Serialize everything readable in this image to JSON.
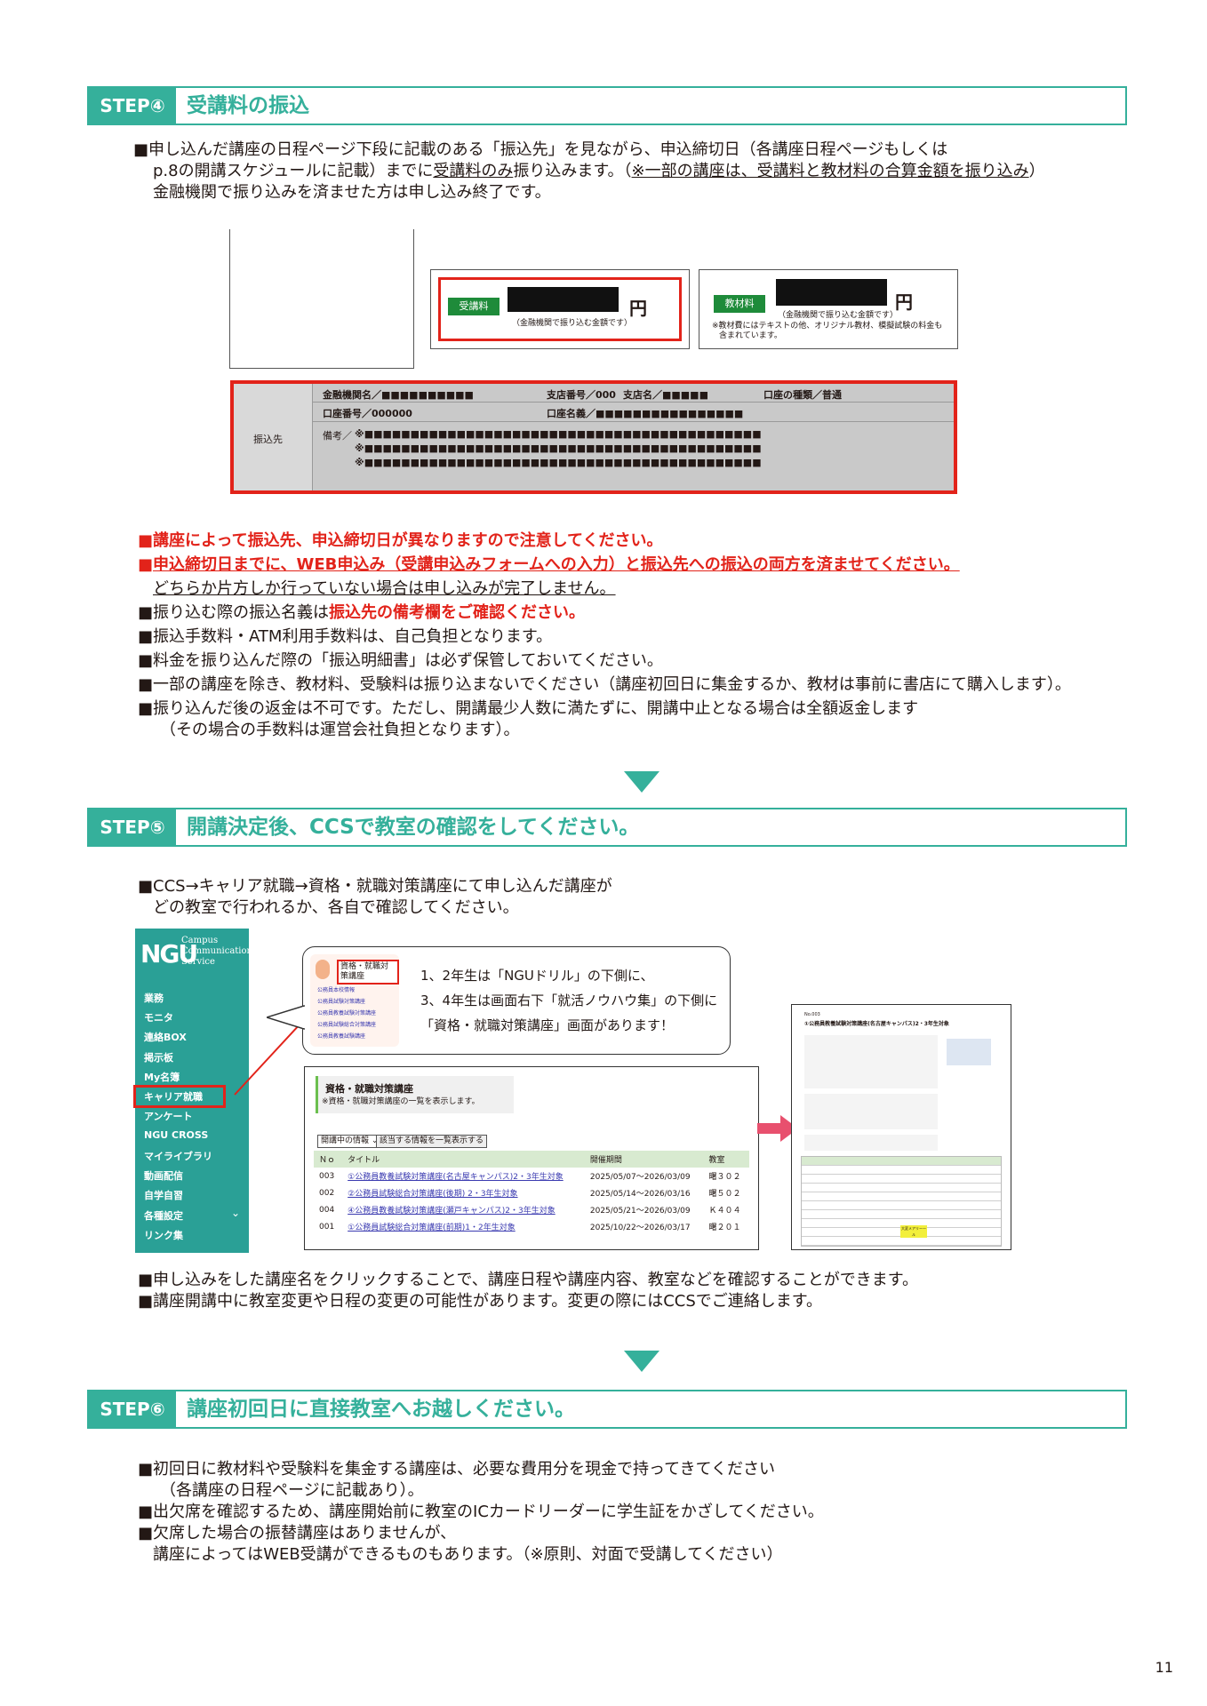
{
  "step4": {
    "badge": "STEP④",
    "title": "受講料の振込",
    "intro": [
      "■申し込んだ講座の日程ページ下段に記載のある「振込先」を見ながら、申込締切日（各講座日程ページもしくは",
      "p.8の開講スケジュールに記載）までに",
      "受講料のみ",
      "振り込みます。（",
      "※一部の講座は、受講料と教材料の合算金額を振り込み",
      "）",
      "金融機関で振り込みを済ませた方は申し込み終了です。"
    ],
    "fee_box": {
      "label": "受講料",
      "yen": "円",
      "note": "（金融機関で振り込む金額です）"
    },
    "material_box": {
      "label": "教材料",
      "yen": "円",
      "note": "（金融機関で振り込む金額です）",
      "note2": "※教材費にはテキストの他、オリジナル教材、模擬試験の料金も",
      "note3": "含まれています。"
    },
    "transfer": {
      "label": "振込先",
      "bank": "金融機関名／■■■■■■■■■■",
      "branch_no": "支店番号／000",
      "branch_name": "支店名／■■■■■",
      "acct_type": "口座の種類／普通",
      "acct_no": "口座番号／000000",
      "acct_name": "口座名義／■■■■■■■■■■■■■■■■",
      "remarks_label": "備考／",
      "remarks": [
        "※■■■■■■■■■■■■■■■■■■■■■■■■■■■■■■■■■■■■■■■■■■■",
        "※■■■■■■■■■■■■■■■■■■■■■■■■■■■■■■■■■■■■■■■■■■■",
        "※■■■■■■■■■■■■■■■■■■■■■■■■■■■■■■■■■■■■■■■■■■■"
      ]
    },
    "notes": {
      "n1": "■講座によって振込先、申込締切日が異なりますので注意してください。",
      "n2a": "■",
      "n2b": "申込締切日までに、WEB申込み（受講申込みフォームへの入力）と振込先への振込の両方を済ませてください。",
      "n2c": "どちらか片方しか行っていない場合は申し込みが完了しません。",
      "n3a": "■振り込む際の振込名義は",
      "n3b": "振込先の備考欄をご確認ください。",
      "n4": "■振込手数料・ATM利用手数料は、自己負担となります。",
      "n5": "■料金を振り込んだ際の「振込明細書」は必ず保管しておいてください。",
      "n6": "■一部の講座を除き、教材料、受験料は振り込まないでください（講座初回日に集金するか、教材は事前に書店にて購入します）。",
      "n7": "■振り込んだ後の返金は不可です。ただし、開講最少人数に満たずに、開講中止となる場合は全額返金します",
      "n8": "（その場合の手数料は運営会社負担となります）。"
    }
  },
  "step5": {
    "badge": "STEP⑤",
    "title": "開講決定後、CCSで教室の確認をしてください。",
    "intro1": "■CCS→キャリア就職→資格・就職対策講座にて申し込んだ講座が",
    "intro2": "どの教室で行われるか、各自で確認してください。",
    "sidebar": {
      "logo": "NGU",
      "logo_sub": [
        "Campus",
        "Communication",
        "Service"
      ],
      "items": [
        "業務",
        "モニタ",
        "連絡BOX",
        "掲示板",
        "My名簿",
        "キャリア就職",
        "アンケート",
        "NGU CROSS",
        "マイライブラリ",
        "動画配信",
        "自学自習",
        "各種設定",
        "リンク集"
      ],
      "chevron": "⌄"
    },
    "callout": {
      "tab": "資格・就職対策講座",
      "links": [
        "公務員本校情報",
        "公務員試験対策講座",
        "公務員教養試験対策講座",
        "公務員試験総合対策講座",
        "公務員教養試験講座"
      ],
      "line1": "1、2年生は「NGUドリル」の下側に、",
      "line2": "3、4年生は画面右下「就活ノウハウ集」の下側に",
      "line3": "「資格・就職対策講座」画面があります！"
    },
    "list_shot": {
      "title": "資格・就職対策講座",
      "subtitle": "※資格・就職対策講座の一覧を表示します。",
      "select": "開講中の情報 ⌄",
      "button": "該当する情報を一覧表示する",
      "headers": [
        "Ｎｏ",
        "タイトル",
        "開催期間",
        "教室"
      ],
      "rows": [
        [
          "003",
          "①公務員教養試験対策講座(名古屋キャンパス)2・3年生対象",
          "2025/05/07〜2026/03/09",
          "曙３０２"
        ],
        [
          "002",
          "②公務員試験総合対策講座(後期) 2・3年生対象",
          "2025/05/14〜2026/03/16",
          "曙５０２"
        ],
        [
          "004",
          "④公務員教養試験対策講座(瀬戸キャンパス)2・3年生対象",
          "2025/05/21〜2026/03/09",
          "Ｋ４０４"
        ],
        [
          "001",
          "①公務員試験総合対策講座(前期)1・2年生対象",
          "2025/10/22〜2026/03/17",
          "曙２０１"
        ]
      ]
    },
    "detail_shot": {
      "no": "No.003",
      "title": "①公務員教養試験対策講座(名古屋キャンパス)2・3年生対象",
      "highlight": "大変メアリー一ル"
    },
    "after1": "■申し込みをした講座名をクリックすることで、講座日程や講座内容、教室などを確認することができます。",
    "after2": "■講座開講中に教室変更や日程の変更の可能性があります。変更の際にはCCSでご連絡します。"
  },
  "step6": {
    "badge": "STEP⑥",
    "title": "講座初回日に直接教室へお越しください。",
    "lines": [
      "■初回日に教材料や受験料を集金する講座は、必要な費用分を現金で持ってきてください",
      "（各講座の日程ページに記載あり）。",
      "■出欠席を確認するため、講座開始前に教室のICカードリーダーに学生証をかざしてください。",
      "■欠席した場合の振替講座はありませんが、",
      "講座によってはWEB受講ができるものもあります。（※原則、対面で受講してください）"
    ]
  },
  "page_number": "11"
}
